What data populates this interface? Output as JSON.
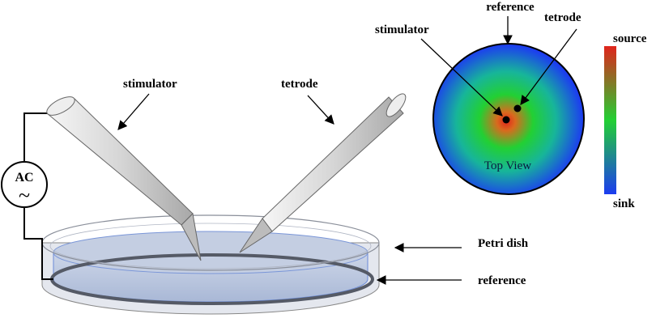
{
  "labels": {
    "stimulator_side": "stimulator",
    "tetrode_side": "tetrode",
    "ac_line1": "AC",
    "ac_line2": "~",
    "petri_dish": "Petri dish",
    "reference_bottom": "reference",
    "reference_top": "reference",
    "stimulator_top": "stimulator",
    "tetrode_top": "tetrode",
    "top_view": "Top View",
    "source": "source",
    "sink": "sink"
  },
  "colors": {
    "hot": "#e0241c",
    "mid": "#22d033",
    "cold": "#1c3cf0",
    "dish_fluid": "#bdc9df",
    "dish_rim": "#d8dce6",
    "reference_wire": "#555a66",
    "electrode_body": "#d9d9d9"
  }
}
